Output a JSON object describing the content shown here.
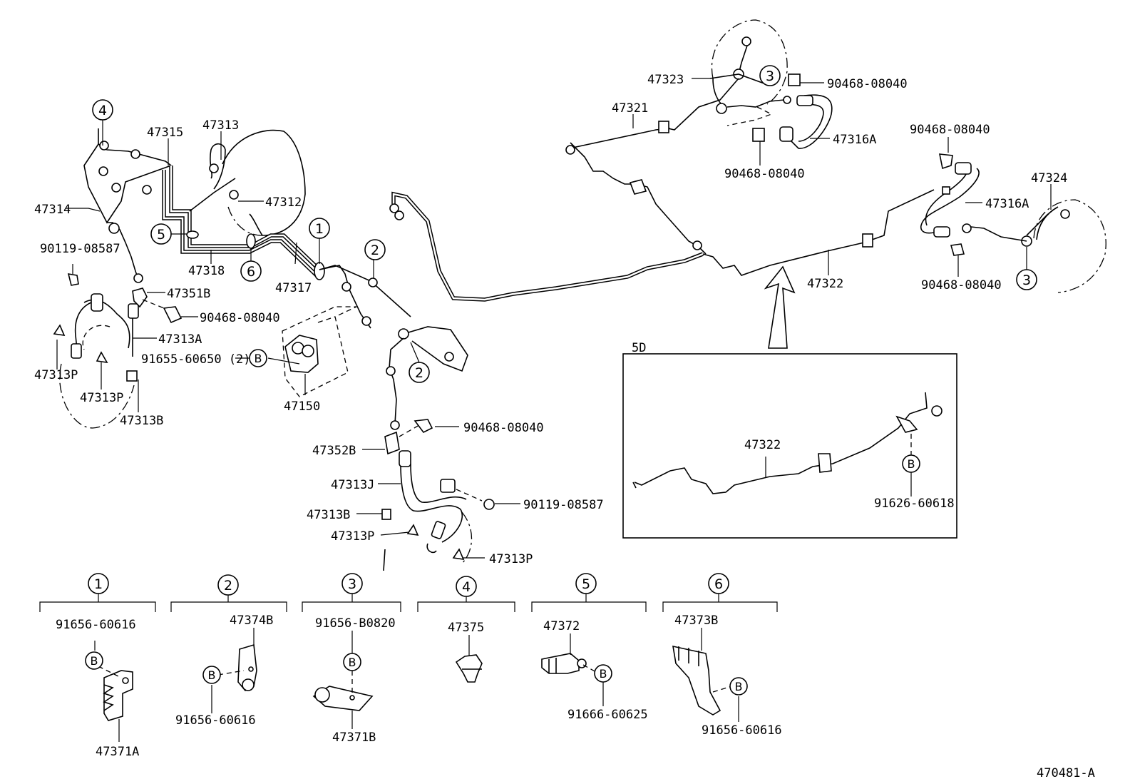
{
  "figure_id": "470481-A",
  "inset_label": "5D",
  "labels": {
    "p47314": "47314",
    "p47315": "47315",
    "p47313": "47313",
    "p47312": "47312",
    "p47318": "47318",
    "p47317": "47317",
    "p90119a": "90119-08587",
    "p47351B": "47351B",
    "p90468a": "90468-08040",
    "p47313A": "47313A",
    "p91655": "91655-60650 (2)",
    "p47313Pa": "47313P",
    "p47313Pb": "47313P",
    "p47313Ba": "47313B",
    "p47150": "47150",
    "p90468b": "90468-08040",
    "p47352B": "47352B",
    "p47313J": "47313J",
    "p90119b": "90119-08587",
    "p47313Bb": "47313B",
    "p47313Pc": "47313P",
    "p47313Pd": "47313P",
    "p47323": "47323",
    "p90468c": "90468-08040",
    "p47321": "47321",
    "p47316Aa": "47316A",
    "p90468d": "90468-08040",
    "p90468e": "90468-08040",
    "p47324": "47324",
    "p47316Ab": "47316A",
    "p47322": "47322",
    "p90468f": "90468-08040",
    "p47322i": "47322",
    "p91626": "91626-60618"
  },
  "callouts": {
    "c1": "1",
    "c2a": "2",
    "c2b": "2",
    "c3a": "3",
    "c3b": "3",
    "c4": "4",
    "c5": "5",
    "c6": "6",
    "b_main": "B",
    "b_inset": "B"
  },
  "detail_groups": [
    {
      "num": "1",
      "bolt": "91656-60616",
      "part": "47371A",
      "b": "B"
    },
    {
      "num": "2",
      "part": "47374B",
      "bolt": "91656-60616",
      "b": "B"
    },
    {
      "num": "3",
      "bolt": "91656-B0820",
      "part": "47371B",
      "b": "B"
    },
    {
      "num": "4",
      "part": "47375"
    },
    {
      "num": "5",
      "part": "47372",
      "bolt": "91666-60625",
      "b": "B"
    },
    {
      "num": "6",
      "part": "47373B",
      "bolt": "91656-60616",
      "b": "B"
    }
  ]
}
